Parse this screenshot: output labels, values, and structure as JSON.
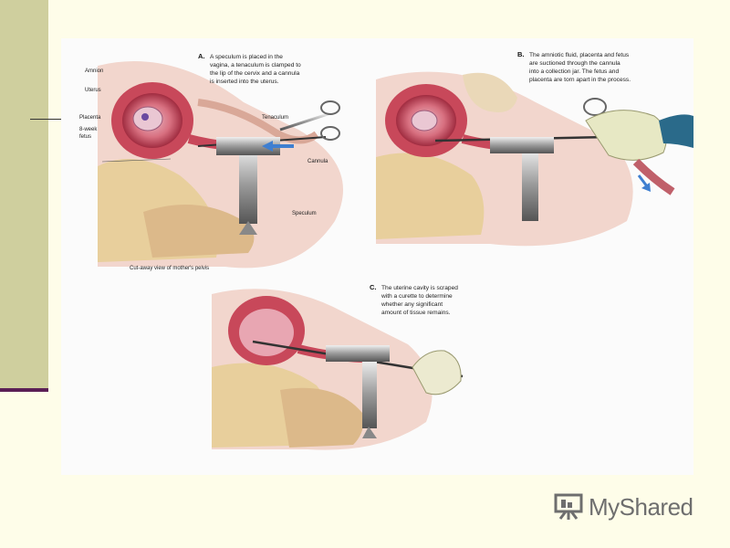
{
  "panel_a": {
    "letter": "A.",
    "caption": [
      "A speculum is placed in the",
      "vagina, a tenaculum is clamped to",
      "the lip of the cervix and a cannula",
      "is inserted into the uterus."
    ],
    "labels": {
      "amnion": "Amnion",
      "uterus": "Uterus",
      "placenta": "Placenta",
      "fetus_line1": "8-week",
      "fetus_line2": "fetus",
      "tenaculum": "Tenaculum",
      "cannula": "Cannula",
      "speculum": "Speculum"
    },
    "footnote": "Cut-away view of mother's pelvis"
  },
  "panel_b": {
    "letter": "B.",
    "caption": [
      "The amniotic fluid, placenta and fetus",
      "are suctioned through the cannula",
      "into a collection jar. The fetus and",
      "placenta are torn apart in the process."
    ]
  },
  "panel_c": {
    "letter": "C.",
    "caption": [
      "The uterine cavity is scraped",
      "with a curette to determine",
      "whether any significant",
      "amount of tissue remains."
    ]
  },
  "logo": {
    "text": "MyShared",
    "icon": "presentation-board-icon"
  },
  "colors": {
    "sidebar": "#cfcf9e",
    "sidebar_underline": "#5b1f55",
    "background": "#fefde9",
    "skin": "#f2d6cd",
    "uterus": "#c8485a",
    "bone": "#e8cf9c",
    "arrow": "#3f7fd0"
  }
}
